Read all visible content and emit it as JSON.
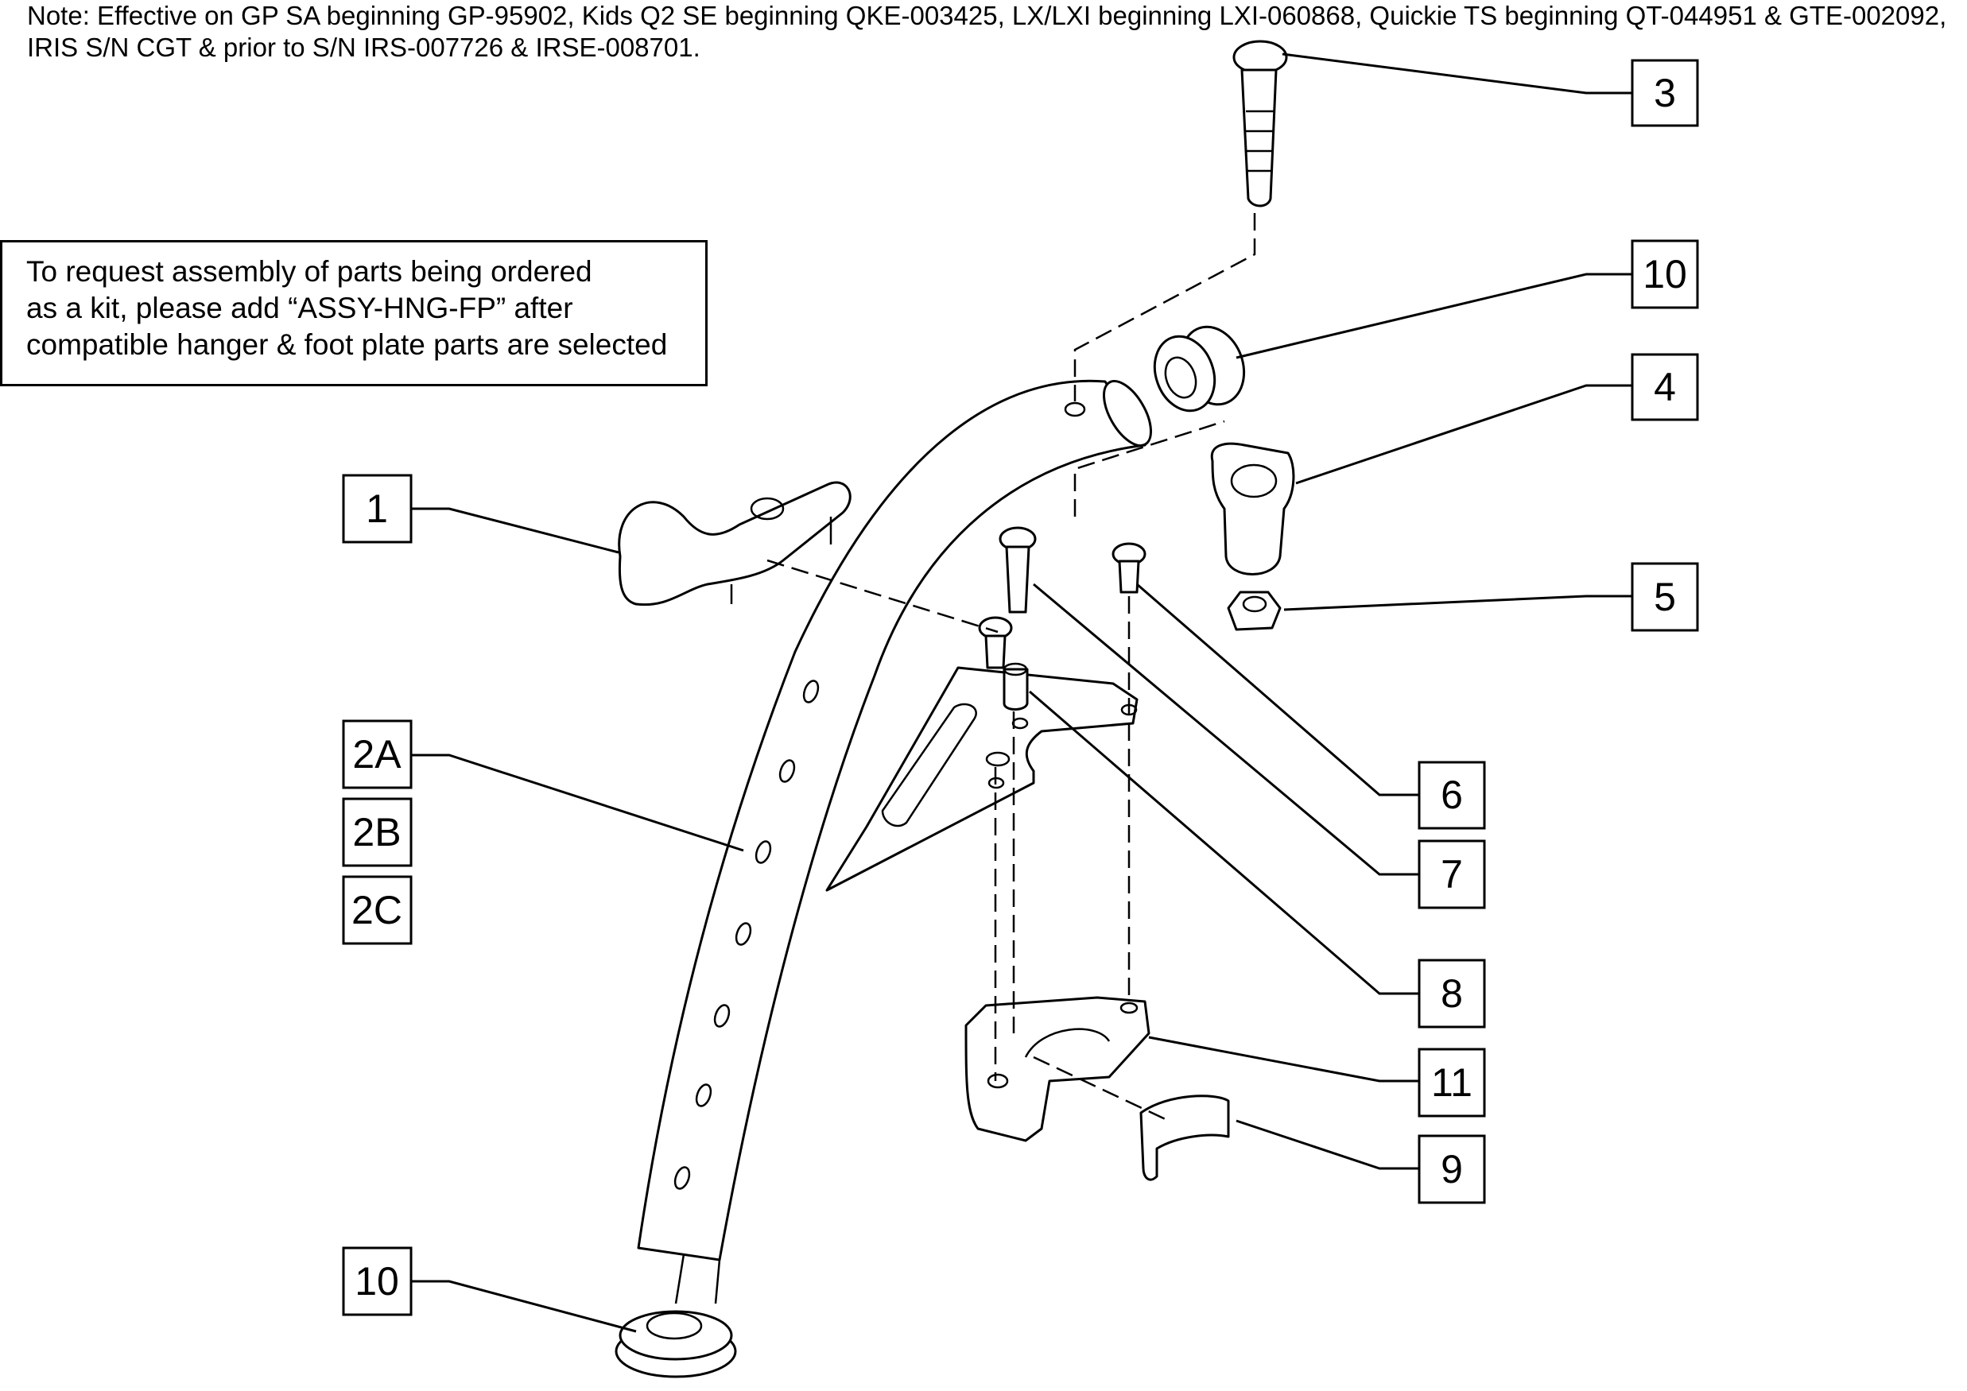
{
  "note": "Note: Effective on GP SA beginning GP-95902, Kids Q2 SE beginning QKE-003425, LX/LXI beginning LXI-060868, Quickie TS beginning QT-044951 & GTE-002092,\nIRIS S/N CGT & prior to S/N IRS-007726 & IRSE-008701.",
  "kit_note": "To request assembly of parts being ordered\nas a kit, please add “ASSY-HNG-FP” after\ncompatible hanger & foot plate parts are selected",
  "callouts": [
    {
      "id": "3",
      "label": "3"
    },
    {
      "id": "10-top",
      "label": "10"
    },
    {
      "id": "4",
      "label": "4"
    },
    {
      "id": "5",
      "label": "5"
    },
    {
      "id": "1",
      "label": "1"
    },
    {
      "id": "2A",
      "label": "2A"
    },
    {
      "id": "2B",
      "label": "2B"
    },
    {
      "id": "2C",
      "label": "2C"
    },
    {
      "id": "6",
      "label": "6"
    },
    {
      "id": "7",
      "label": "7"
    },
    {
      "id": "8",
      "label": "8"
    },
    {
      "id": "11",
      "label": "11"
    },
    {
      "id": "9",
      "label": "9"
    },
    {
      "id": "10-bottom",
      "label": "10"
    }
  ]
}
